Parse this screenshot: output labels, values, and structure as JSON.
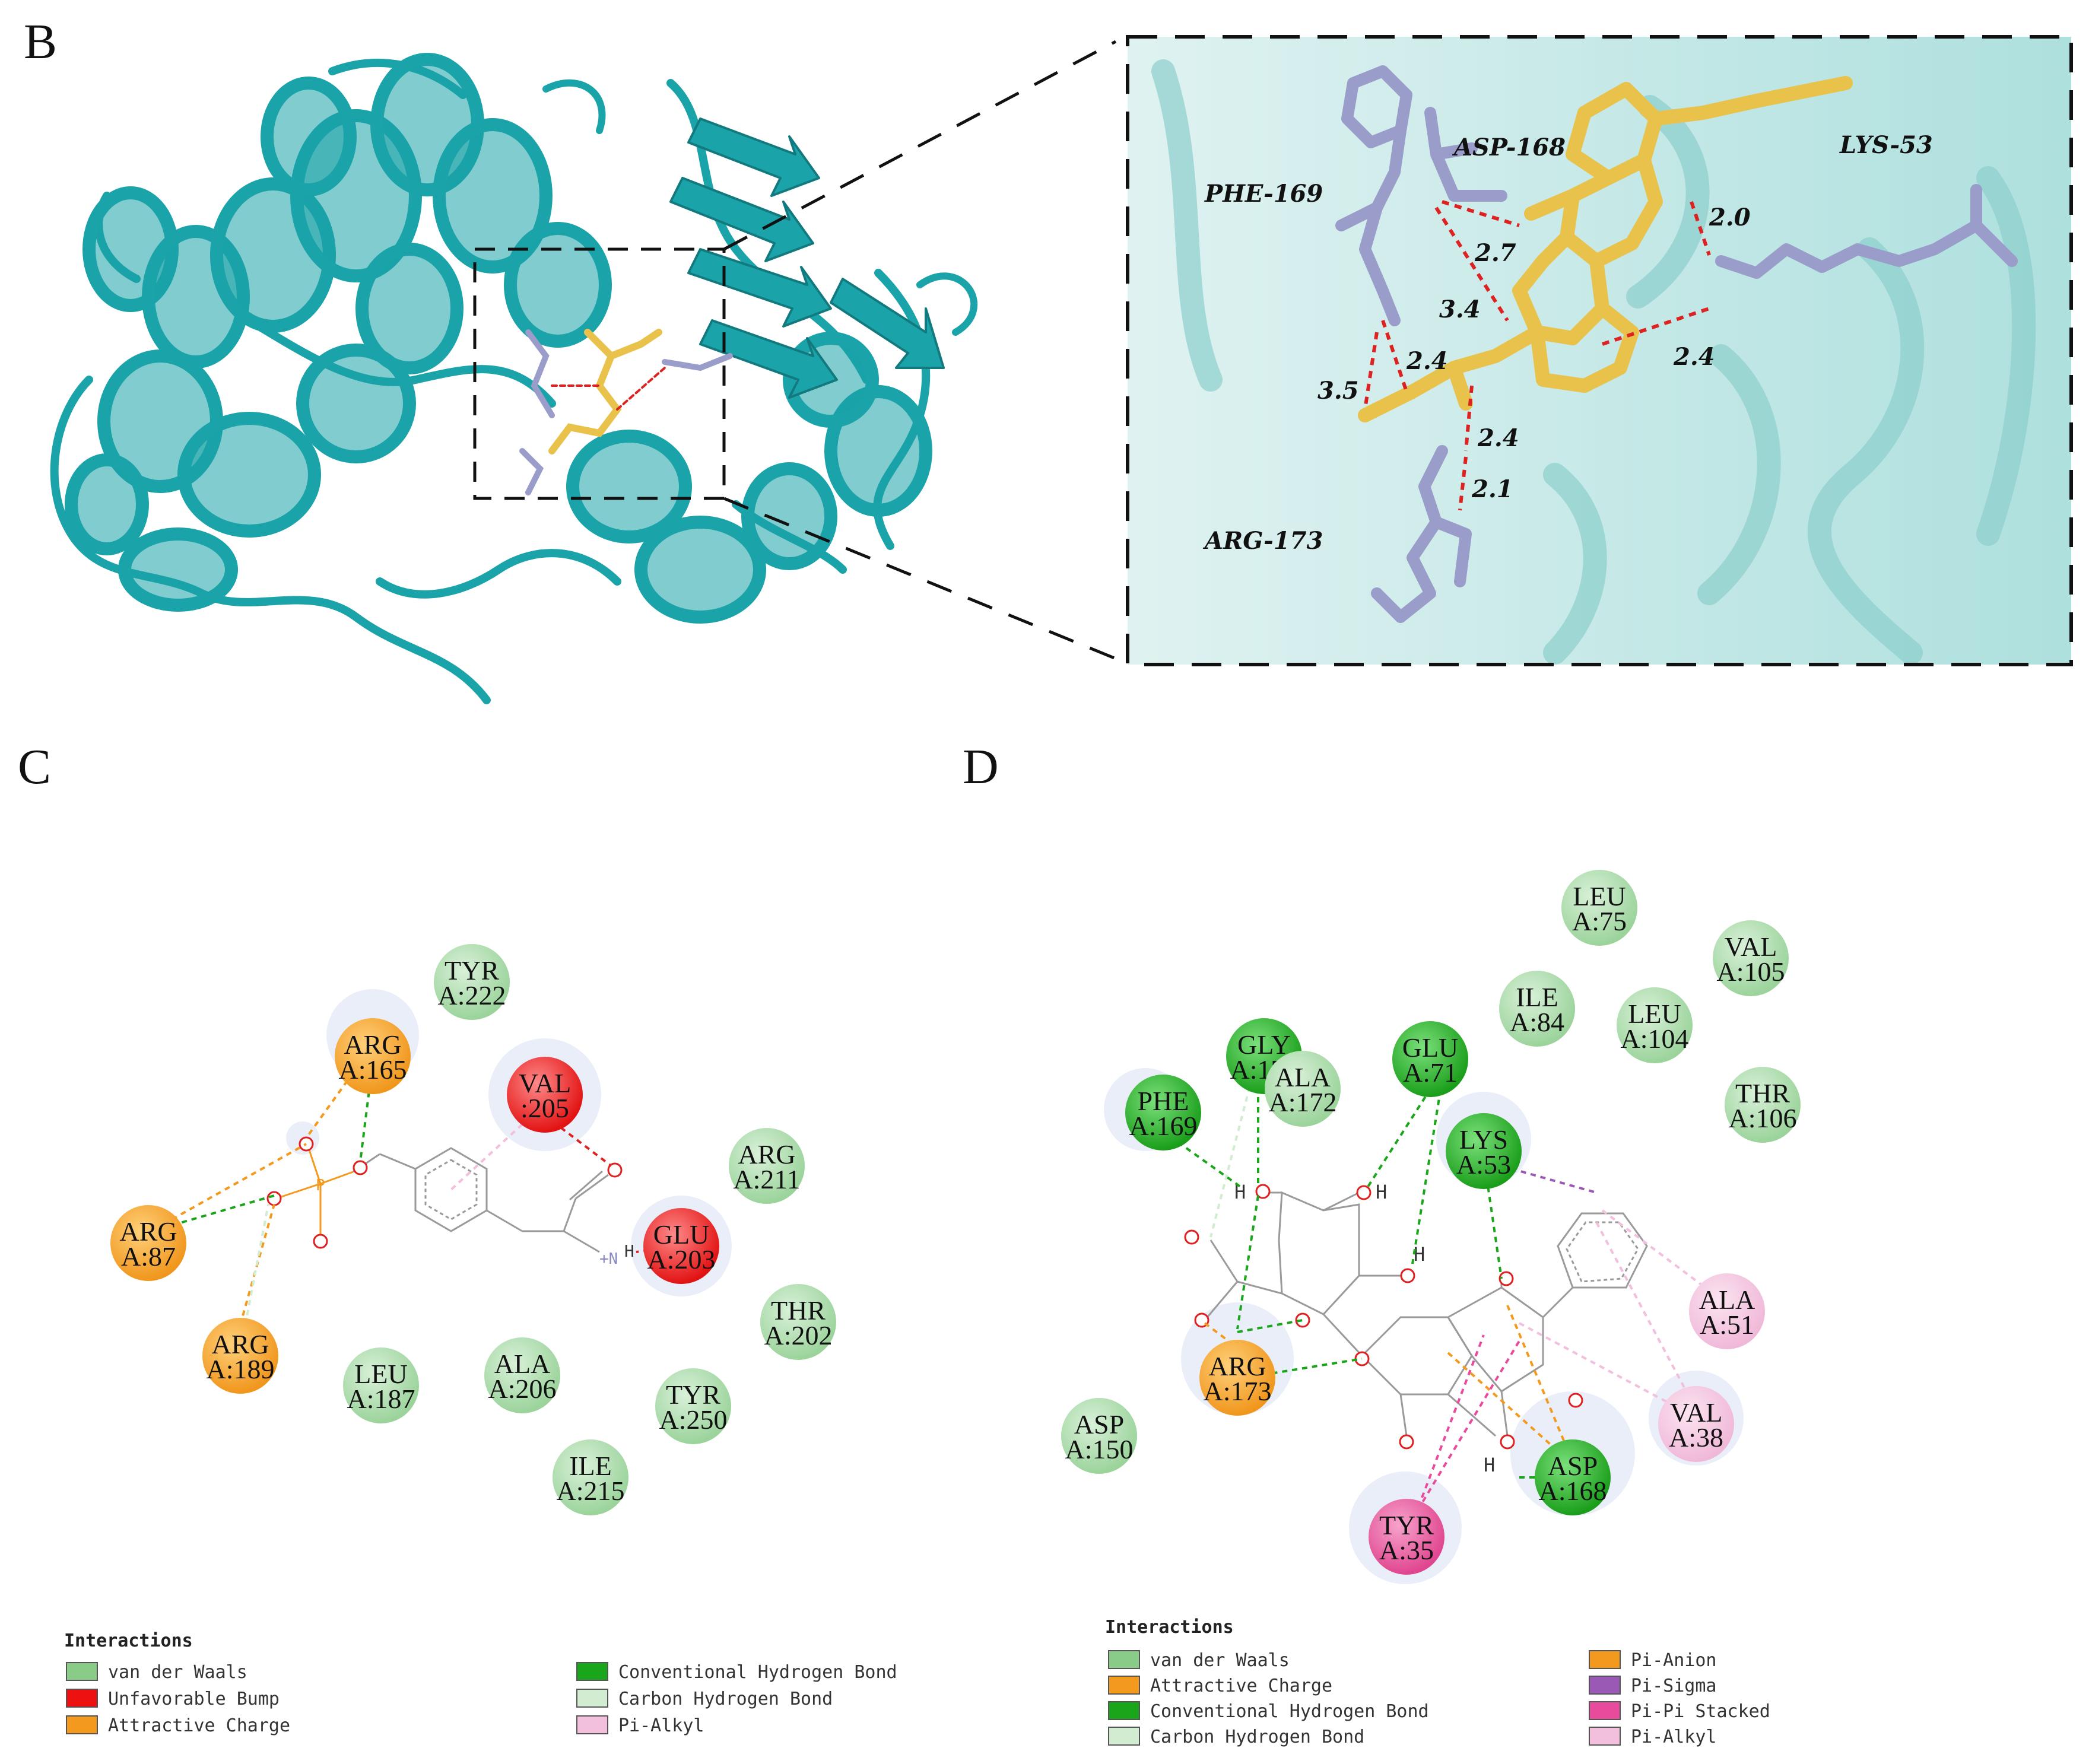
{
  "panel_labels": [
    "B",
    "C",
    "D"
  ],
  "panel_b": {
    "residues": [
      "ASP-168",
      "LYS-53",
      "PHE-169",
      "ARG-173"
    ],
    "distances": [
      "2.7",
      "3.4",
      "2.4",
      "3.5",
      "2.0",
      "2.4",
      "2.4",
      "2.1"
    ]
  },
  "panel_c": {
    "residues": [
      {
        "name": "TYR",
        "num": "A:222",
        "type": "vdw"
      },
      {
        "name": "ARG",
        "num": "A:165",
        "type": "charge"
      },
      {
        "name": "VAL",
        "num": ":205",
        "type": "bump"
      },
      {
        "name": "ARG",
        "num": "A:211",
        "type": "vdw"
      },
      {
        "name": "ARG",
        "num": "A:87",
        "type": "charge"
      },
      {
        "name": "GLU",
        "num": "A:203",
        "type": "bump"
      },
      {
        "name": "THR",
        "num": "A:202",
        "type": "vdw"
      },
      {
        "name": "ARG",
        "num": "A:189",
        "type": "charge"
      },
      {
        "name": "LEU",
        "num": "A:187",
        "type": "vdw"
      },
      {
        "name": "ALA",
        "num": "A:206",
        "type": "vdw"
      },
      {
        "name": "TYR",
        "num": "A:250",
        "type": "vdw"
      },
      {
        "name": "ILE",
        "num": "A:215",
        "type": "vdw"
      }
    ],
    "atom_labels": [
      "P",
      "H",
      "+N"
    ],
    "legend_title": "Interactions",
    "legend": [
      {
        "label": "van der Waals",
        "color": "#88cc88"
      },
      {
        "label": "Unfavorable Bump",
        "color": "#ee1111"
      },
      {
        "label": "Attractive Charge",
        "color": "#f39a1e"
      },
      {
        "label": "Conventional Hydrogen Bond",
        "color": "#1aa61a"
      },
      {
        "label": "Carbon Hydrogen Bond",
        "color": "#d2ecd2"
      },
      {
        "label": "Pi-Alkyl",
        "color": "#f2bfdc"
      }
    ]
  },
  "panel_d": {
    "residues": [
      {
        "name": "LEU",
        "num": "A:75",
        "type": "vdw"
      },
      {
        "name": "VAL",
        "num": "A:105",
        "type": "vdw"
      },
      {
        "name": "ILE",
        "num": "A:84",
        "type": "vdw"
      },
      {
        "name": "LEU",
        "num": "A:104",
        "type": "vdw"
      },
      {
        "name": "GLY",
        "num": "A:170",
        "type": "hbond"
      },
      {
        "name": "GLU",
        "num": "A:71",
        "type": "hbond"
      },
      {
        "name": "ALA",
        "num": "A:172",
        "type": "vdw"
      },
      {
        "name": "THR",
        "num": "A:106",
        "type": "vdw"
      },
      {
        "name": "PHE",
        "num": "A:169",
        "type": "hbond"
      },
      {
        "name": "LYS",
        "num": "A:53",
        "type": "hbond"
      },
      {
        "name": "ALA",
        "num": "A:51",
        "type": "pialkyl"
      },
      {
        "name": "ARG",
        "num": "A:173",
        "type": "charge"
      },
      {
        "name": "VAL",
        "num": "A:38",
        "type": "pialkyl"
      },
      {
        "name": "ASP",
        "num": "A:150",
        "type": "vdw"
      },
      {
        "name": "ASP",
        "num": "A:168",
        "type": "hbond"
      },
      {
        "name": "TYR",
        "num": "A:35",
        "type": "pistack"
      }
    ],
    "atom_labels": [
      "H",
      "H",
      "H",
      "H"
    ],
    "legend_title": "Interactions",
    "legend": [
      {
        "label": "van der Waals",
        "color": "#88cc88"
      },
      {
        "label": "Attractive Charge",
        "color": "#f39a1e"
      },
      {
        "label": "Conventional Hydrogen Bond",
        "color": "#1aa61a"
      },
      {
        "label": "Carbon Hydrogen Bond",
        "color": "#d2ecd2"
      },
      {
        "label": "Pi-Anion",
        "color": "#f39a1e"
      },
      {
        "label": "Pi-Sigma",
        "color": "#9b59b6"
      },
      {
        "label": "Pi-Pi Stacked",
        "color": "#e94b9c"
      },
      {
        "label": "Pi-Alkyl",
        "color": "#f2bfdc"
      }
    ]
  },
  "colors": {
    "protein": "#1aa3a8",
    "ligand": "#e8c24a",
    "residue_sticks": "#9a9cc9",
    "distance": "#dd2222"
  }
}
